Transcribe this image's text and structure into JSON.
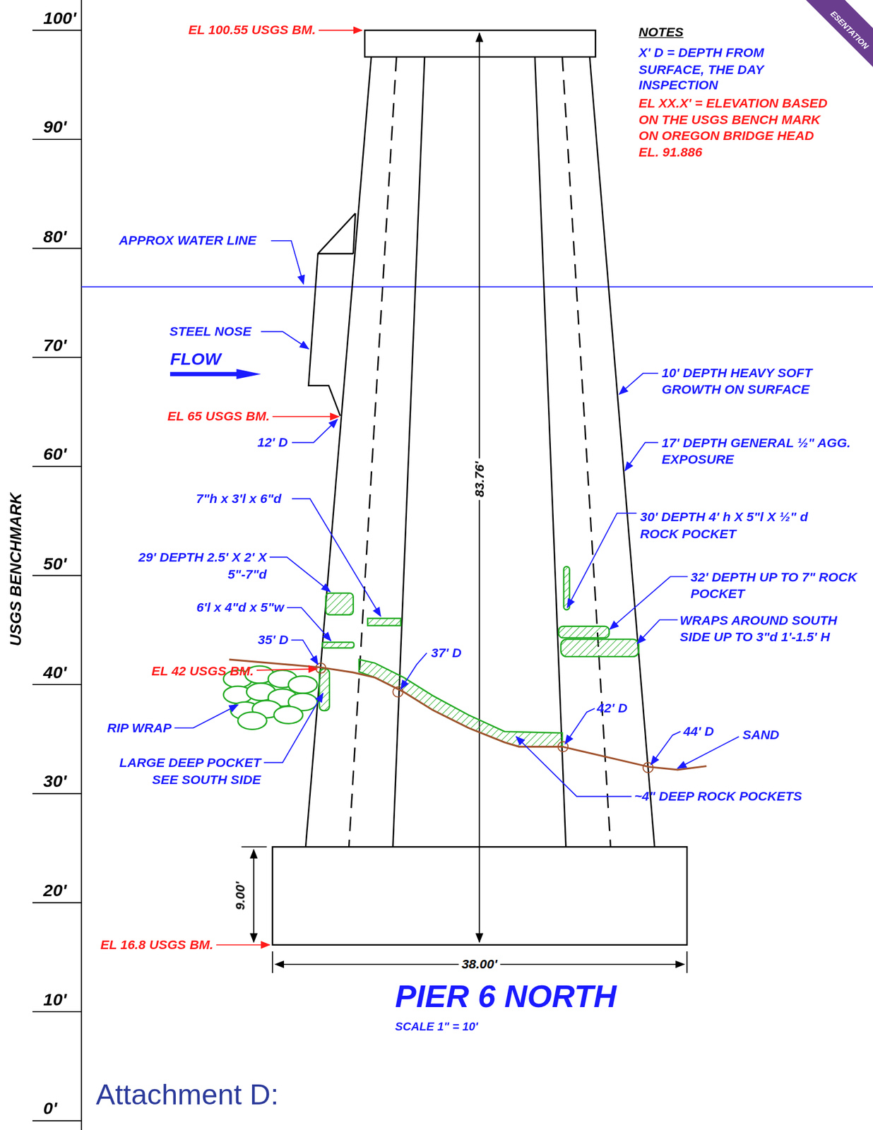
{
  "diagram": {
    "title": "PIER 6 NORTH",
    "caption": "Attachment D:",
    "labels": [
      "100'",
      "90'",
      "80'",
      "70'",
      "60'",
      "50'",
      "40'",
      "30'",
      "20'",
      "10'",
      "0'",
      "USGS BENCHMARK",
      "EL 100.55 USGS BM.",
      "NOTES",
      "X' D = DEPTH FROM SURFACE, THE DAY INSPECTION",
      "EL XX.X' = ELEVATION BASED ON THE USGS BENCH MARK ON OREGON BRIDGE HEAD EL. 91.886",
      "APPROX WATER LINE",
      "STEEL NOSE",
      "FLOW",
      "10' DEPTH HEAVY SOFT GROWTH ON SURFACE",
      "EL 65 USGS BM.",
      "12' D",
      "17' DEPTH GENERAL ½\" AGG. EXPOSURE",
      "83.76'",
      "7\"h x 3'l x 6\"d",
      "30' DEPTH 4' h X 5\"l X ½\" d ROCK POCKET",
      "29' DEPTH 2.5' X 2' X 5\"-7\"d",
      "32' DEPTH UP TO 7\" ROCK POCKET",
      "6'l x 4\"d x 5\"w",
      "WRAPS AROUND SOUTH SIDE UP TO 3\"d 1'-1.5' H",
      "35' D",
      "37'  D",
      "EL 42 USGS BM.",
      "42' D",
      "44' D",
      "SAND",
      "RIP WRAP",
      "LARGE DEEP POCKET SEE SOUTH SIDE",
      "~4\" DEEP ROCK POCKETS",
      "9.00'",
      "EL 16.8 USGS BM.",
      "38.00'",
      "SCALE 1\" = 10'",
      "ESENTATION"
    ]
  }
}
